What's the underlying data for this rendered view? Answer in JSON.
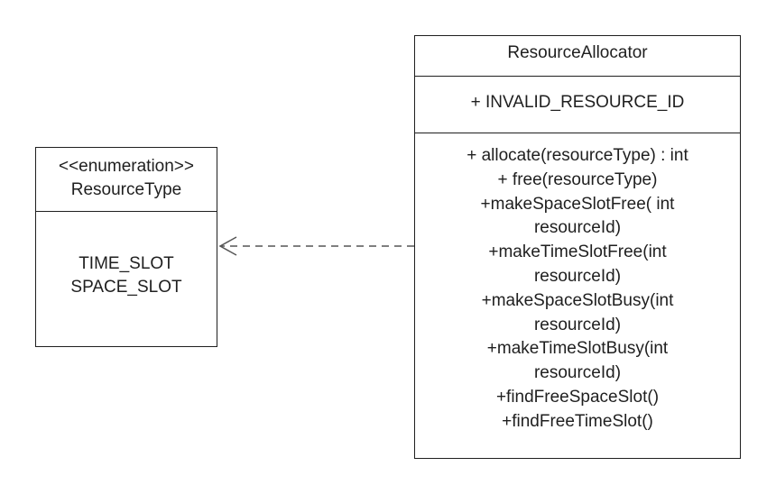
{
  "enumeration": {
    "stereotype": "<<enumeration>>",
    "name": "ResourceType",
    "literals": [
      "TIME_SLOT",
      "SPACE_SLOT"
    ]
  },
  "class": {
    "name": "ResourceAllocator",
    "attributes": [
      "+ INVALID_RESOURCE_ID"
    ],
    "operations": [
      "+ allocate(resourceType) : int",
      "+ free(resourceType)",
      "+makeSpaceSlotFree( int",
      "resourceId)",
      "+makeTimeSlotFree(int",
      "resourceId)",
      "+makeSpaceSlotBusy(int",
      "resourceId)",
      "+makeTimeSlotBusy(int",
      "resourceId)",
      "+findFreeSpaceSlot()",
      "+findFreeTimeSlot()"
    ]
  },
  "relationship": {
    "type": "dependency",
    "from": "ResourceAllocator",
    "to": "ResourceType",
    "line_style": "dashed",
    "arrowhead": "open"
  },
  "colors": {
    "stroke": "#1f1f1f",
    "connector": "#555555",
    "background": "#ffffff"
  }
}
